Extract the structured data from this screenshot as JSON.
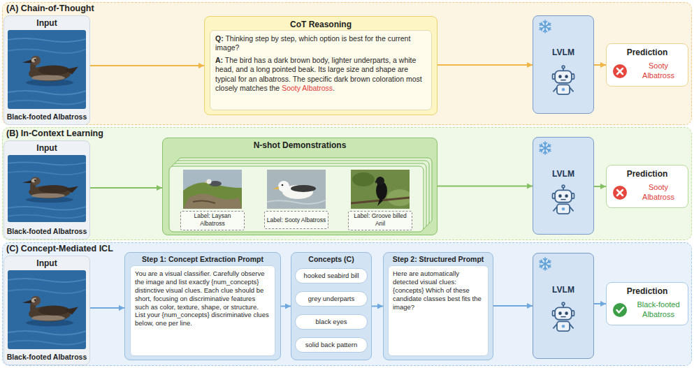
{
  "diagram": {
    "nodes": [
      {
        "text": [
          "(A) Chain-of-Thought"
        ]
      },
      {
        "text": [
          "Input",
          "Black-footed Albatross"
        ],
        "in": 0
      },
      {
        "text": [
          "CoT Reasoning"
        ],
        "in": 0
      },
      {
        "text": [
          "Q: Thinking step by step, which option is best for the current image?",
          "A: The bird has a dark brown body, lighter underparts, a white head, and a long pointed beak. Its large size and shape are typical for an albatross. The specific dark brown coloration most closely matches the Sooty Albatross."
        ],
        "in": 2
      },
      {
        "text": [
          "LVLM"
        ],
        "in": 0
      },
      {
        "text": [
          "Prediction",
          "Sooty Albatross"
        ],
        "in": 0
      },
      {
        "text": [
          "(B) In-Context Learning"
        ]
      },
      {
        "text": [
          "Input",
          "Black-footed Albatross"
        ],
        "in": 6
      },
      {
        "text": [
          "N-shot Demonstrations"
        ],
        "in": 6
      },
      {
        "text": [
          "Label: Laysan Albatross"
        ],
        "in": 8
      },
      {
        "text": [
          "Label: Sooty Albatross"
        ],
        "in": 8
      },
      {
        "text": [
          "Label: Groove billed Anil"
        ],
        "in": 8
      },
      {
        "text": [
          "LVLM"
        ],
        "in": 6
      },
      {
        "text": [
          "Prediction",
          "Sooty Albatross"
        ],
        "in": 6
      },
      {
        "text": [
          "(C) Concept-Mediated ICL"
        ]
      },
      {
        "text": [
          "Input",
          "Black-footed Albatross"
        ],
        "in": 14
      },
      {
        "text": [
          "Step 1: Concept Extraction Prompt"
        ],
        "in": 14
      },
      {
        "text": [
          "You are a visual classifier. Carefully observe the image and list exactly {num_concepts} distinctive visual clues. Each clue should be short, focusing on discriminative features such as color, texture, shape, or structure. List your {num_concepts} discriminative clues below, one per line."
        ],
        "in": 16
      },
      {
        "text": [
          "Concepts (C)"
        ],
        "in": 14
      },
      {
        "text": [
          "hooked seabird bill"
        ],
        "in": 18
      },
      {
        "text": [
          "grey underparts"
        ],
        "in": 18
      },
      {
        "text": [
          "black eyes"
        ],
        "in": 18
      },
      {
        "text": [
          "solid back pattern"
        ],
        "in": 18
      },
      {
        "text": [
          "Step 2: Structured Prompt"
        ],
        "in": 14
      },
      {
        "text": [
          "Here are automatically detected visual clues: {concepts} Which of these candidate classes best fits the image?"
        ],
        "in": 23
      },
      {
        "text": [
          "LVLM"
        ],
        "in": 14
      },
      {
        "text": [
          "Prediction",
          "Black-footed Albatross"
        ],
        "in": 14
      }
    ],
    "edges": [
      {
        "from": 1,
        "to": 2,
        "arrow": "to"
      },
      {
        "from": 2,
        "to": 4,
        "arrow": "to"
      },
      {
        "from": 4,
        "to": 5,
        "arrow": "to"
      },
      {
        "from": 7,
        "to": 8,
        "arrow": "to"
      },
      {
        "from": 8,
        "to": 12,
        "arrow": "to"
      },
      {
        "from": 12,
        "to": 13,
        "arrow": "to"
      },
      {
        "from": 15,
        "to": 16,
        "arrow": "to"
      },
      {
        "from": 16,
        "to": 18,
        "arrow": "to"
      },
      {
        "from": 18,
        "to": 23,
        "arrow": "to"
      },
      {
        "from": 23,
        "to": 25,
        "arrow": "to"
      },
      {
        "from": 25,
        "to": 26,
        "arrow": "to"
      }
    ]
  }
}
